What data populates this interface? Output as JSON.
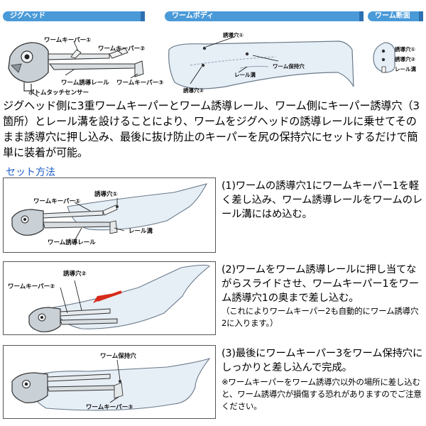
{
  "headers": {
    "jig_head": "ジグヘッド",
    "worm_body": "ワームボディ",
    "worm_section": "ワーム断面"
  },
  "top_diagram": {
    "jig_labels": {
      "keeper1": "ワームキーパー①",
      "keeper2": "ワームキーパー②",
      "keeper3": "ワームキーパー③",
      "guide_rail": "ワーム誘導レール",
      "bottom_sensor": "ボトムタッチセンサー"
    },
    "body_labels": {
      "hole1": "誘導穴①",
      "hole2": "誘導穴②",
      "holding": "ワーム保持穴",
      "rail_groove": "レール溝"
    },
    "section_labels": {
      "hole1": "誘導穴①",
      "hole2": "誘導穴②",
      "rail_groove": "レール溝"
    }
  },
  "description": "ジグヘッド側に3重ワームキーパーとワーム誘導レール、ワーム側にキーパー誘導穴（3箇所）とレール溝を設けることにより、ワームをジグヘッドの誘導レールに乗せてそのまま誘導穴に押し込み、最後に抜け防止のキーパーを尻の保持穴にセットするだけで簡単に装着が可能。",
  "set_method_title": "セット方法",
  "steps": [
    {
      "text": "(1)ワームの誘導穴1にワームキーパー1を軽く差し込み、ワーム誘導レールをワームのレール溝にはめ込む。",
      "labels": {
        "keeper": "ワームキーパー①",
        "hole": "誘導穴①",
        "groove": "レール溝",
        "rail": "ワーム誘導レール"
      }
    },
    {
      "text": "(2)ワームをワーム誘導レールに押し当てながらスライドさせ、ワームキーパー1をワーム誘導穴1の奥まで差し込む。",
      "note": "（これによりワームキーパー2も自動的にワーム誘導穴2に入ります。）",
      "labels": {
        "hole": "誘導穴②",
        "keeper": "ワームキーパー②"
      }
    },
    {
      "text": "(3)最後にワームキーパー3をワーム保持穴にしっかりと差し込んで完成。",
      "note": "※ワームキーパーをワーム誘導穴以外の場所に差し込むと、ワーム誘導穴が損傷する恐れがありますのでご注意ください。",
      "labels": {
        "holding": "ワーム保持穴",
        "keeper": "ワームキーパー③"
      }
    }
  ],
  "colors": {
    "header_blue": "#4a9ad8",
    "header_dark": "#2d6fb0",
    "title_blue": "#1e5fc8",
    "worm_fill": "#e6eef6",
    "worm_stroke": "#6a7a8a",
    "arrow_red": "#d62a1a"
  }
}
